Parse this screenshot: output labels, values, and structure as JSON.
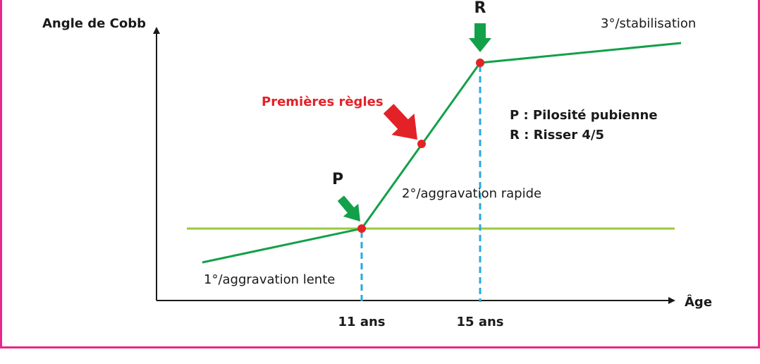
{
  "axes": {
    "y_label": "Angle de Cobb",
    "x_label": "Âge",
    "x_ticks": [
      "11 ans",
      "15 ans"
    ]
  },
  "markers": {
    "p_letter": "P",
    "r_letter": "R",
    "premieres_regles": "Premières règles"
  },
  "phases": {
    "phase1": "1°/aggravation lente",
    "phase2": "2°/aggravation rapide",
    "phase3": "3°/stabilisation"
  },
  "legend": {
    "p": "P : Pilosité pubienne",
    "r": "R : Risser 4/5"
  },
  "colors": {
    "curve": "#13a04a",
    "baseline": "#9cc93c",
    "dashed": "#2aa9e0",
    "dots": "#e32228",
    "arrow_green": "#13a04a",
    "arrow_red": "#e32228",
    "frame": "#e8288a"
  }
}
